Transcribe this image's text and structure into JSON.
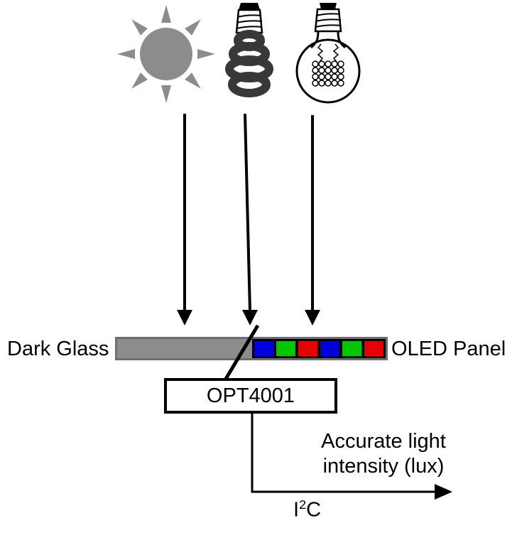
{
  "labels": {
    "dark_glass": "Dark Glass",
    "oled_panel": "OLED Panel",
    "sensor": "OPT4001",
    "output_line1": "Accurate light",
    "output_line2": "intensity (lux)",
    "i2c_base": "I",
    "i2c_sup": "2",
    "i2c_tail": "C"
  },
  "icons": {
    "sun": "sun-icon",
    "cfl": "cfl-bulb-icon",
    "incandescent": "incandescent-bulb-icon"
  },
  "colors": {
    "sun_gray": "#8c8c8c",
    "dark_glass_fill": "#8c8c8c",
    "panel_border": "#6e6e6e",
    "oled_background": "#000000",
    "oled_blue": "#0000dd",
    "oled_green": "#00c800",
    "oled_red": "#e60000",
    "line_black": "#000000"
  },
  "oled_segments": [
    "blue",
    "green",
    "red",
    "blue",
    "green",
    "red"
  ]
}
